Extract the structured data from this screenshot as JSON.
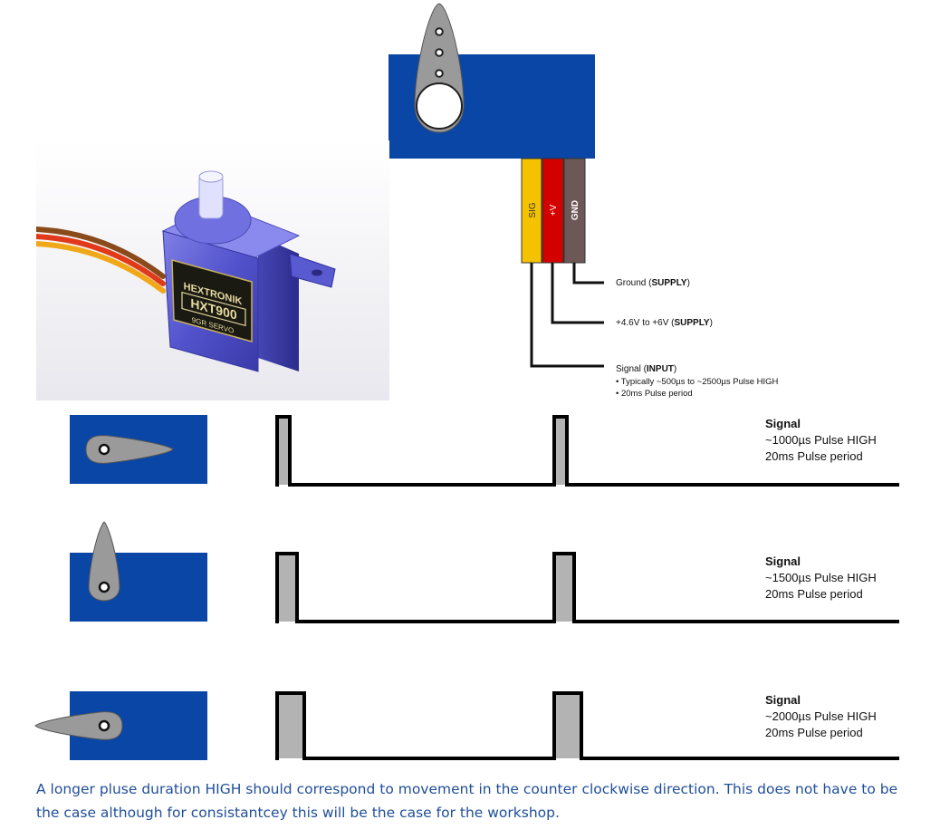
{
  "colors": {
    "servo_blue": "#0a46a5",
    "horn_gray": "#9a9a9a",
    "wire_sig": "#f5c200",
    "wire_vplus": "#d40000",
    "wire_gnd": "#6e5757",
    "pulse_fill": "#b3b3b3",
    "caption_blue": "#1f4e99"
  },
  "photo": {
    "brand": "HEXTRONIK",
    "model": "HXT900",
    "spec": "9GR SERVO"
  },
  "wires": {
    "sig_label": "SIG",
    "vplus_label": "+V",
    "gnd_label": "GND"
  },
  "pins": {
    "gnd_prefix": "Ground (",
    "gnd_bold": "SUPPLY",
    "gnd_suffix": ")",
    "vplus_prefix": "+4.6V to +6V (",
    "vplus_bold": "SUPPLY",
    "vplus_suffix": ")",
    "sig_prefix": "Signal (",
    "sig_bold": "INPUT",
    "sig_suffix": ")",
    "sig_note1": "• Typically ~500µs to ~2500µs Pulse HIGH",
    "sig_note2": "• 20ms Pulse period"
  },
  "signals": [
    {
      "title": "Signal",
      "pulse_text": "~1000µs Pulse HIGH",
      "period_text": "20ms Pulse period",
      "pulse_us": 1000,
      "horn": "right"
    },
    {
      "title": "Signal",
      "pulse_text": "~1500µs Pulse HIGH",
      "period_text": "20ms Pulse period",
      "pulse_us": 1500,
      "horn": "up"
    },
    {
      "title": "Signal",
      "pulse_text": "~2000µs Pulse HIGH",
      "period_text": "20ms Pulse period",
      "pulse_us": 2000,
      "horn": "left"
    }
  ],
  "caption": "A longer pluse duration HIGH should correspond to movement in the counter clockwise direction. This does not have to be the case although for consistantcey this will be the case for the workshop."
}
